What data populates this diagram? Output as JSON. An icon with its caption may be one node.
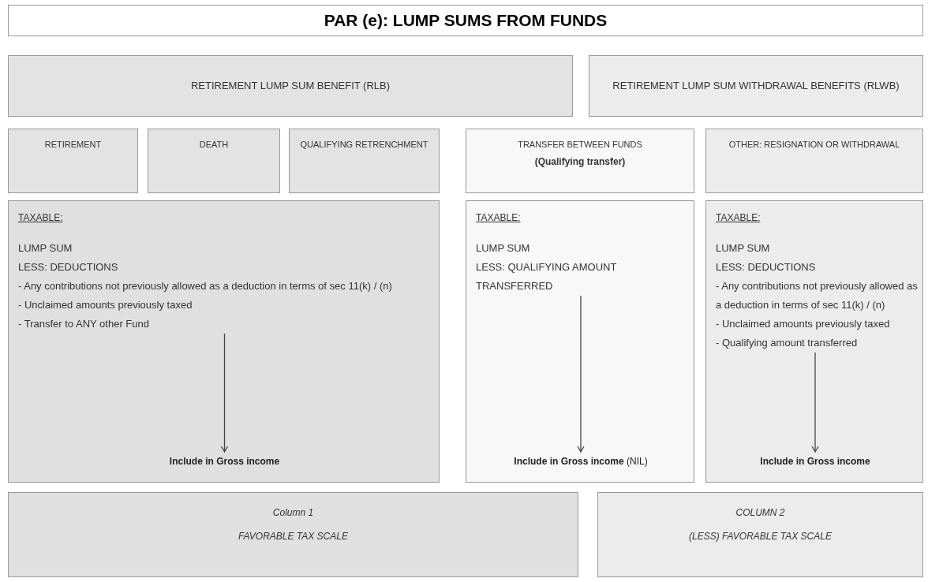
{
  "diagram": {
    "nodes": [
      {
        "text": [
          "PAR (e): LUMP SUMS FROM FUNDS"
        ]
      },
      {
        "text": [
          "RETIREMENT LUMP SUM BENEFIT (RLB)"
        ]
      },
      {
        "text": [
          "RETIREMENT LUMP SUM WITHDRAWAL BENEFITS (RLWB)"
        ]
      },
      {
        "text": [
          "RETIREMENT"
        ]
      },
      {
        "text": [
          "DEATH"
        ]
      },
      {
        "text": [
          "QUALIFYING RETRENCHMENT"
        ]
      },
      {
        "text": [
          "TRANSFER BETWEEN FUNDS",
          "(Qualifying transfer)"
        ]
      },
      {
        "text": [
          "OTHER: RESIGNATION OR WITHDRAWAL"
        ]
      },
      {
        "text": [
          "TAXABLE:"
        ]
      },
      {
        "text": [
          "LUMP SUM",
          "LESS: DEDUCTIONS",
          "- Any contributions not previously allowed as a deduction in terms of sec 11(k) / (n)",
          "- Unclaimed amounts previously taxed",
          "- Transfer to ANY other Fund"
        ],
        "in": 8
      },
      {
        "text": [
          "**Include in Gross income**"
        ],
        "in": 8
      },
      {
        "text": [
          "TAXABLE:"
        ]
      },
      {
        "text": [
          "LUMP SUM",
          "LESS: QUALIFYING AMOUNT TRANSFERRED"
        ],
        "in": 11
      },
      {
        "text": [
          "**Include in Gross income** (NIL)"
        ],
        "in": 11
      },
      {
        "text": [
          "TAXABLE:"
        ]
      },
      {
        "text": [
          "LUMP SUM",
          "LESS: DEDUCTIONS",
          "- Any contributions not previously allowed as a deduction in terms of sec 11(k) / (n)",
          "- Unclaimed amounts previously taxed",
          "- Qualifying amount transferred"
        ],
        "in": 14
      },
      {
        "text": [
          "**Include in Gross income**"
        ],
        "in": 14
      },
      {
        "text": [
          "Column 1",
          "FAVORABLE TAX SCALE"
        ]
      },
      {
        "text": [
          "COLUMN 2",
          "(LESS) FAVORABLE TAX SCALE"
        ]
      }
    ],
    "edges": [
      {
        "from": 9,
        "to": 10,
        "arrow": "to"
      },
      {
        "from": 12,
        "to": 13,
        "arrow": "to"
      },
      {
        "from": 15,
        "to": 16,
        "arrow": "to"
      }
    ]
  }
}
